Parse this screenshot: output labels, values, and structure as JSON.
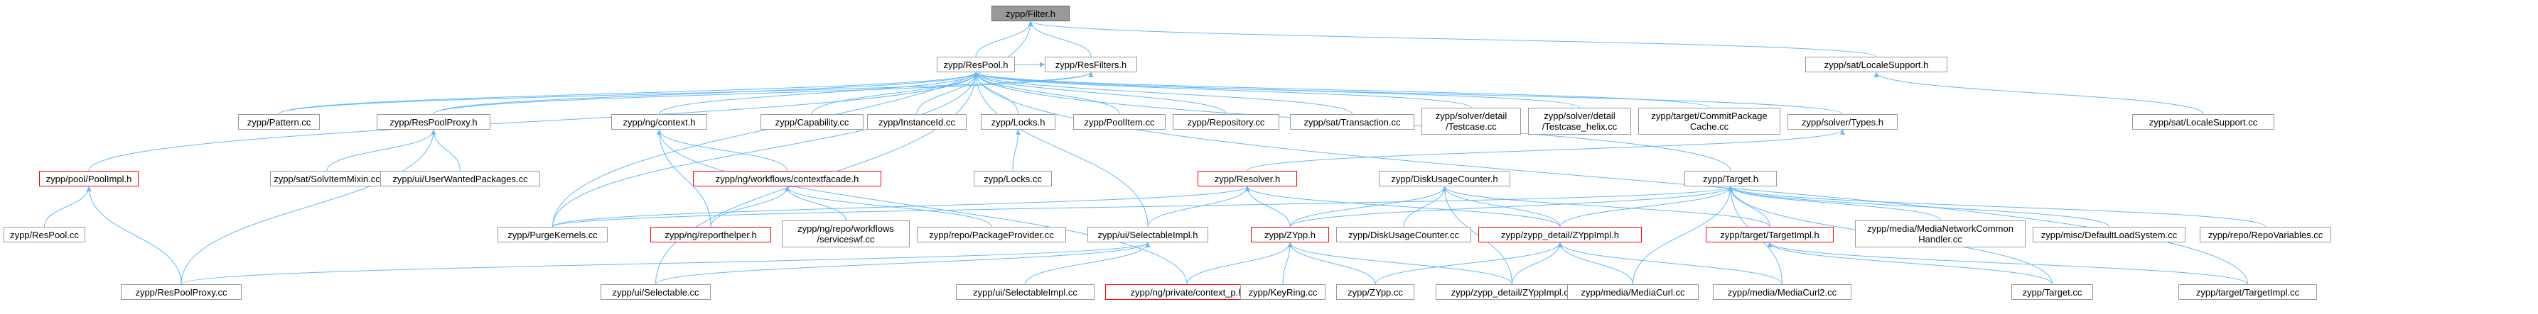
{
  "diagram": {
    "colors": {
      "edge": "#63b8ff",
      "node_border": "#999999",
      "highlight_border": "#ff0000",
      "root_fill": "#999999",
      "background": "#ffffff"
    },
    "nodes": {
      "filter_h": "zypp/Filter.h",
      "respool_h": "zypp/ResPool.h",
      "resfilters_h": "zypp/ResFilters.h",
      "sat_localesupport_h": "zypp/sat/LocaleSupport.h",
      "sat_localesupport_cc": "zypp/sat/LocaleSupport.cc",
      "pattern_cc": "zypp/Pattern.cc",
      "respoolproxy_h": "zypp/ResPoolProxy.h",
      "ng_context_h": "zypp/ng/context.h",
      "capability_cc": "zypp/Capability.cc",
      "instanceid_cc": "zypp/InstanceId.cc",
      "locks_h": "zypp/Locks.h",
      "poolitem_cc": "zypp/PoolItem.cc",
      "repository_cc": "zypp/Repository.cc",
      "sat_transaction_cc": "zypp/sat/Transaction.cc",
      "solver_detail_testcase_cc": "zypp/solver/detail\n/Testcase.cc",
      "solver_detail_testcase_helix_cc": "zypp/solver/detail\n/Testcase_helix.cc",
      "target_commitpackagecache_cc": "zypp/target/CommitPackage\nCache.cc",
      "solver_types_h": "zypp/solver/Types.h",
      "pool_poolimpl_h": "zypp/pool/PoolImpl.h",
      "sat_solvitemixin_cc": "zypp/sat/SolvItemMixin.cc",
      "ui_userwantedpackages_cc": "zypp/ui/UserWantedPackages.cc",
      "ng_workflows_contextfacade_h": "zypp/ng/workflows/contextfacade.h",
      "locks_cc": "zypp/Locks.cc",
      "resolver_h": "zypp/Resolver.h",
      "diskusagecounter_h": "zypp/DiskUsageCounter.h",
      "target_h": "zypp/Target.h",
      "respool_cc": "zypp/ResPool.cc",
      "purgekernels_cc": "zypp/PurgeKernels.cc",
      "ng_reporthelper_h": "zypp/ng/reporthelper.h",
      "ng_repo_workflows_serviceswf_cc": "zypp/ng/repo/workflows\n/serviceswf.cc",
      "repo_packageprovider_cc": "zypp/repo/PackageProvider.cc",
      "ui_selectableimpl_h": "zypp/ui/SelectableImpl.h",
      "zypp_h": "zypp/ZYpp.h",
      "diskusagecounter_cc": "zypp/DiskUsageCounter.cc",
      "zypp_detail_zyppimpl_h": "zypp/zypp_detail/ZYppImpl.h",
      "target_targetimpl_h": "zypp/target/TargetImpl.h",
      "media_medianetworkcommonhandler_cc": "zypp/media/MediaNetworkCommon\nHandler.cc",
      "misc_defaultloadsystem_cc": "zypp/misc/DefaultLoadSystem.cc",
      "repo_repovariables_cc": "zypp/repo/RepoVariables.cc",
      "respoolproxy_cc": "zypp/ResPoolProxy.cc",
      "ui_selectable_cc": "zypp/ui/Selectable.cc",
      "ui_selectableimpl_cc": "zypp/ui/SelectableImpl.cc",
      "ng_private_context_p_h": "zypp/ng/private/context_p.h",
      "keyring_cc": "zypp/KeyRing.cc",
      "zypp_cc": "zypp/ZYpp.cc",
      "zypp_detail_zyppimpl_cc": "zypp/zypp_detail/ZYppImpl.cc",
      "media_mediacurl_cc": "zypp/media/MediaCurl.cc",
      "media_mediacurl2_cc": "zypp/media/MediaCurl2.cc",
      "target_cc": "zypp/Target.cc",
      "target_targetimpl_cc": "zypp/target/TargetImpl.cc"
    },
    "root_node": "filter_h",
    "highlighted_nodes": [
      "pool_poolimpl_h",
      "ng_workflows_contextfacade_h",
      "resolver_h",
      "ng_reporthelper_h",
      "zypp_h",
      "zypp_detail_zyppimpl_h",
      "target_targetimpl_h",
      "ng_private_context_p_h"
    ],
    "edges": [
      [
        "resfilters_h",
        "filter_h"
      ],
      [
        "respool_h",
        "filter_h"
      ],
      [
        "sat_localesupport_h",
        "filter_h"
      ],
      [
        "purgekernels_cc",
        "filter_h"
      ],
      [
        "respool_h",
        "resfilters_h"
      ],
      [
        "sat_localesupport_cc",
        "sat_localesupport_h"
      ],
      [
        "pattern_cc",
        "respool_h"
      ],
      [
        "respoolproxy_h",
        "respool_h"
      ],
      [
        "ng_context_h",
        "respool_h"
      ],
      [
        "capability_cc",
        "respool_h"
      ],
      [
        "instanceid_cc",
        "respool_h"
      ],
      [
        "locks_h",
        "respool_h"
      ],
      [
        "poolitem_cc",
        "respool_h"
      ],
      [
        "repository_cc",
        "respool_h"
      ],
      [
        "sat_transaction_cc",
        "respool_h"
      ],
      [
        "solver_detail_testcase_cc",
        "respool_h"
      ],
      [
        "solver_detail_testcase_helix_cc",
        "respool_h"
      ],
      [
        "target_commitpackagecache_cc",
        "respool_h"
      ],
      [
        "solver_types_h",
        "respool_h"
      ],
      [
        "pool_poolimpl_h",
        "respool_h"
      ],
      [
        "purgekernels_cc",
        "respool_h"
      ],
      [
        "ui_selectableimpl_h",
        "respool_h"
      ],
      [
        "target_h",
        "respool_h"
      ],
      [
        "ui_selectable_cc",
        "respool_h"
      ],
      [
        "target_targetimpl_cc",
        "respool_h"
      ],
      [
        "pattern_cc",
        "resfilters_h"
      ],
      [
        "respoolproxy_h",
        "resfilters_h"
      ],
      [
        "respool_cc",
        "pool_poolimpl_h"
      ],
      [
        "respoolproxy_cc",
        "pool_poolimpl_h"
      ],
      [
        "sat_solvitemixin_cc",
        "respoolproxy_h"
      ],
      [
        "ui_userwantedpackages_cc",
        "respoolproxy_h"
      ],
      [
        "respoolproxy_cc",
        "respoolproxy_h"
      ],
      [
        "ng_workflows_contextfacade_h",
        "ng_context_h"
      ],
      [
        "ng_reporthelper_h",
        "ng_context_h"
      ],
      [
        "ng_private_context_p_h",
        "ng_context_h"
      ],
      [
        "ng_reporthelper_h",
        "ng_workflows_contextfacade_h"
      ],
      [
        "ng_repo_workflows_serviceswf_cc",
        "ng_workflows_contextfacade_h"
      ],
      [
        "repo_packageprovider_cc",
        "ng_workflows_contextfacade_h"
      ],
      [
        "locks_cc",
        "locks_h"
      ],
      [
        "resolver_h",
        "solver_types_h"
      ],
      [
        "purgekernels_cc",
        "resolver_h"
      ],
      [
        "ui_selectableimpl_h",
        "resolver_h"
      ],
      [
        "zypp_h",
        "resolver_h"
      ],
      [
        "zypp_detail_zyppimpl_h",
        "resolver_h"
      ],
      [
        "zypp_h",
        "diskusagecounter_h"
      ],
      [
        "diskusagecounter_cc",
        "diskusagecounter_h"
      ],
      [
        "zypp_detail_zyppimpl_h",
        "diskusagecounter_h"
      ],
      [
        "target_targetimpl_h",
        "diskusagecounter_h"
      ],
      [
        "zypp_detail_zyppimpl_cc",
        "diskusagecounter_h"
      ],
      [
        "purgekernels_cc",
        "target_h"
      ],
      [
        "zypp_h",
        "target_h"
      ],
      [
        "zypp_detail_zyppimpl_h",
        "target_h"
      ],
      [
        "target_targetimpl_h",
        "target_h"
      ],
      [
        "media_medianetworkcommonhandler_cc",
        "target_h"
      ],
      [
        "misc_defaultloadsystem_cc",
        "target_h"
      ],
      [
        "repo_repovariables_cc",
        "target_h"
      ],
      [
        "media_mediacurl_cc",
        "target_h"
      ],
      [
        "media_mediacurl2_cc",
        "target_h"
      ],
      [
        "target_cc",
        "target_h"
      ],
      [
        "respoolproxy_cc",
        "ui_selectableimpl_h"
      ],
      [
        "ui_selectable_cc",
        "ui_selectableimpl_h"
      ],
      [
        "ui_selectableimpl_cc",
        "ui_selectableimpl_h"
      ],
      [
        "ng_private_context_p_h",
        "zypp_h"
      ],
      [
        "keyring_cc",
        "zypp_h"
      ],
      [
        "zypp_cc",
        "zypp_h"
      ],
      [
        "zypp_detail_zyppimpl_cc",
        "zypp_h"
      ],
      [
        "zypp_cc",
        "zypp_detail_zyppimpl_h"
      ],
      [
        "zypp_detail_zyppimpl_cc",
        "zypp_detail_zyppimpl_h"
      ],
      [
        "media_mediacurl_cc",
        "zypp_detail_zyppimpl_h"
      ],
      [
        "media_mediacurl2_cc",
        "zypp_detail_zyppimpl_h"
      ],
      [
        "target_cc",
        "target_targetimpl_h"
      ],
      [
        "target_targetimpl_cc",
        "target_targetimpl_h"
      ]
    ]
  }
}
